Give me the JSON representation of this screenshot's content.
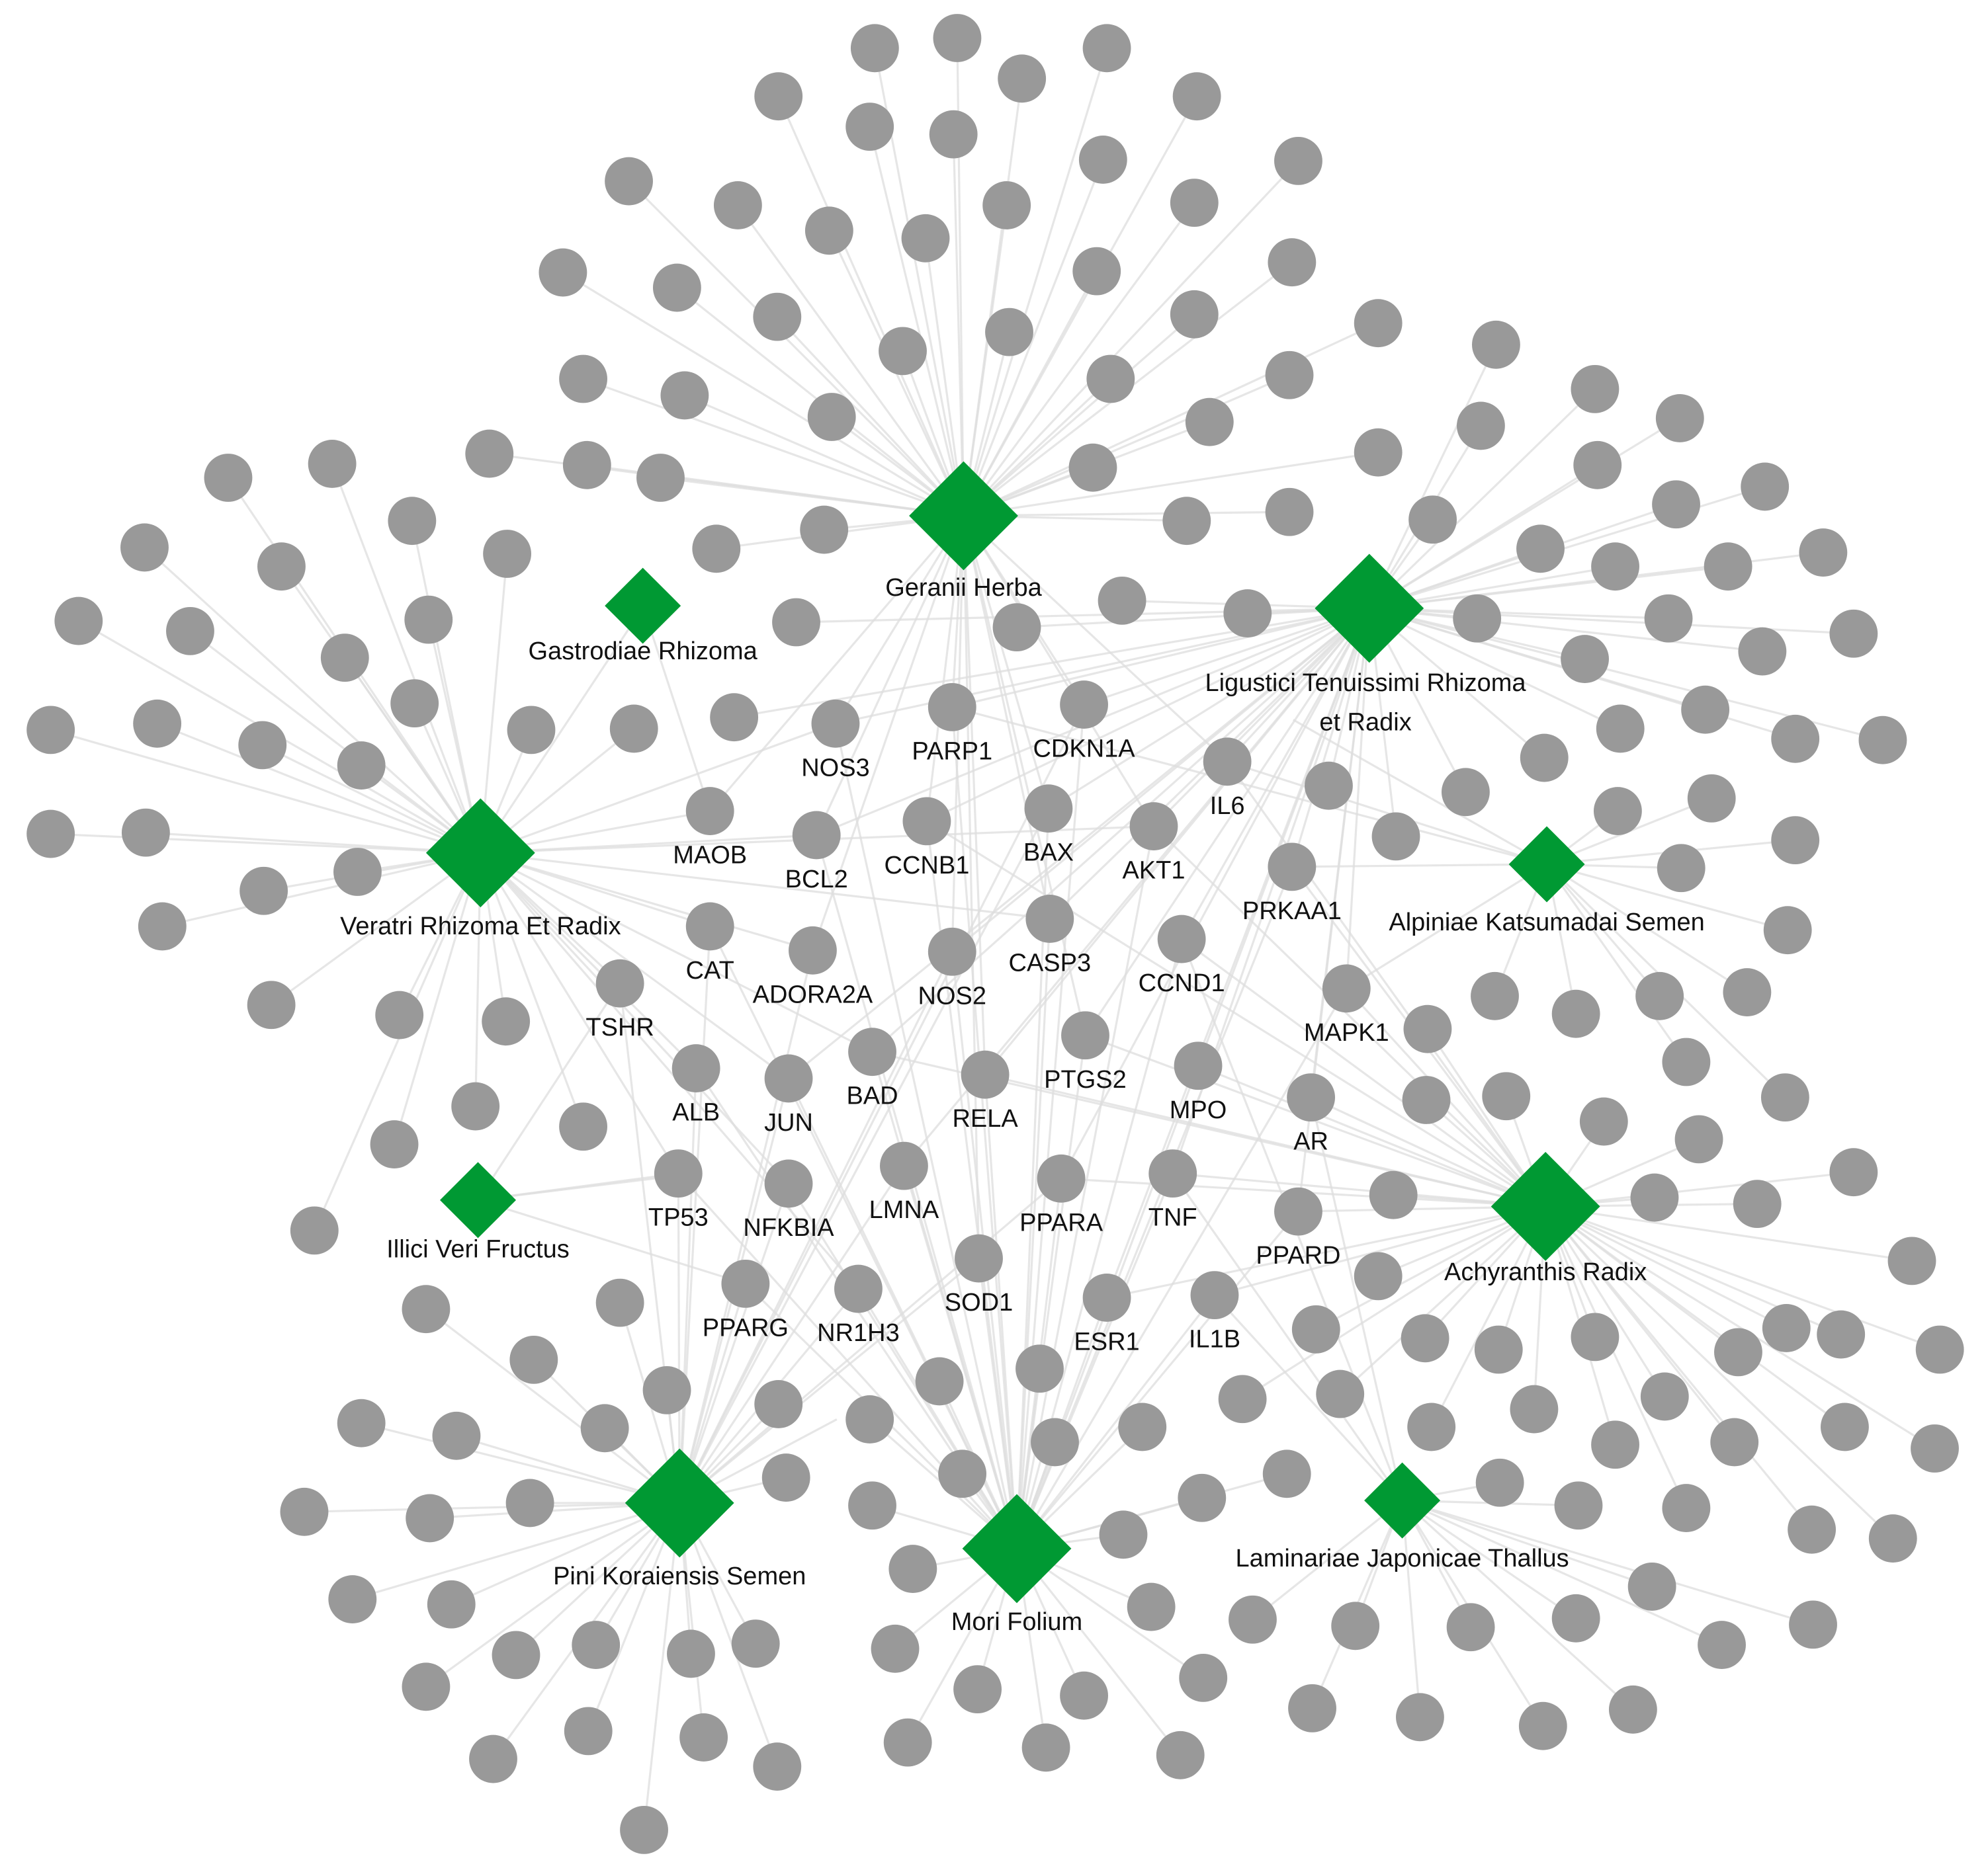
{
  "herbs": [
    {
      "name": "Geranii Herba",
      "label": "Geranii Herba",
      "big": true
    },
    {
      "name": "Gastrodiae Rhizoma",
      "label": "Gastrodiae Rhizoma",
      "big": false
    },
    {
      "name": "Ligustici Tenuissimi Rhizoma et Radix",
      "label": "Ligustici Tenuissimi Rhizoma",
      "label2": "et Radix",
      "big": true
    },
    {
      "name": "Veratri Rhizoma Et Radix",
      "label": "Veratri Rhizoma Et Radix",
      "big": true
    },
    {
      "name": "Alpiniae Katsumadai Semen",
      "label": "Alpiniae Katsumadai Semen",
      "big": false
    },
    {
      "name": "Illici Veri Fructus",
      "label": "Illici Veri Fructus",
      "big": false
    },
    {
      "name": "Achyranthis Radix",
      "label": "Achyranthis Radix",
      "big": true
    },
    {
      "name": "Pini Koraiensis Semen",
      "label": "Pini Koraiensis Semen",
      "big": true
    },
    {
      "name": "Mori Folium",
      "label": "Mori Folium",
      "big": true
    },
    {
      "name": "Laminariae Japonicae Thallus",
      "label": "Laminariae Japonicae Thallus",
      "big": false
    }
  ],
  "targets": [
    "NOS3",
    "PARP1",
    "CDKN1A",
    "IL6",
    "MAOB",
    "BCL2",
    "CCNB1",
    "BAX",
    "AKT1",
    "PRKAA1",
    "CAT",
    "ADORA2A",
    "NOS2",
    "CASP3",
    "CCND1",
    "TSHR",
    "MAPK1",
    "ALB",
    "JUN",
    "BAD",
    "RELA",
    "PTGS2",
    "MPO",
    "AR",
    "TP53",
    "NFKBIA",
    "LMNA",
    "PPARA",
    "TNF",
    "PPARD",
    "PPARG",
    "NR1H3",
    "SOD1",
    "ESR1",
    "IL1B"
  ],
  "colors": {
    "herb": "#009933",
    "compound": "#999999",
    "edge": "#dedede",
    "label": "#111111"
  }
}
